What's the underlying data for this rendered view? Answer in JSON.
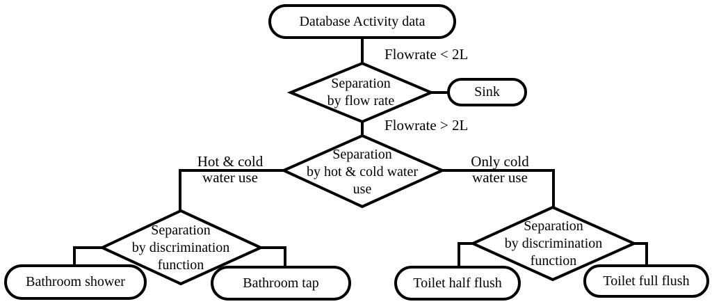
{
  "diagram": {
    "type": "flowchart",
    "colors": {
      "stroke": "#000000",
      "background": "#ffffff",
      "text": "#000000"
    },
    "nodes": {
      "database_activity": {
        "shape": "stadium",
        "label": "Database Activity data"
      },
      "flow_rate_decision": {
        "shape": "diamond",
        "label": "Separation\nby flow rate"
      },
      "sink": {
        "shape": "stadium",
        "label": "Sink"
      },
      "hot_cold_decision": {
        "shape": "diamond",
        "label": "Separation\nby hot & cold water\nuse"
      },
      "left_discrimination_decision": {
        "shape": "diamond",
        "label": "Separation\nby discrimination\nfunction"
      },
      "right_discrimination_decision": {
        "shape": "diamond",
        "label": "Separation\nby discrimination\nfunction"
      },
      "bathroom_shower": {
        "shape": "stadium",
        "label": "Bathroom shower"
      },
      "bathroom_tap": {
        "shape": "stadium",
        "label": "Bathroom tap"
      },
      "toilet_half_flush": {
        "shape": "stadium",
        "label": "Toilet half flush"
      },
      "toilet_full_flush": {
        "shape": "stadium",
        "label": "Toilet full flush"
      }
    },
    "edge_labels": {
      "flowrate_less": "Flowrate < 2L",
      "flowrate_greater": "Flowrate > 2L",
      "hot_cold": "Hot & cold\nwater use",
      "only_cold": "Only cold\nwater use"
    },
    "edges": [
      {
        "from": "database_activity",
        "to": "flow_rate_decision"
      },
      {
        "from": "flow_rate_decision",
        "to": "sink",
        "label": "Flowrate < 2L"
      },
      {
        "from": "flow_rate_decision",
        "to": "hot_cold_decision",
        "label": "Flowrate > 2L"
      },
      {
        "from": "hot_cold_decision",
        "to": "left_discrimination_decision",
        "label": "Hot & cold water use"
      },
      {
        "from": "hot_cold_decision",
        "to": "right_discrimination_decision",
        "label": "Only cold water use"
      },
      {
        "from": "left_discrimination_decision",
        "to": "bathroom_shower"
      },
      {
        "from": "left_discrimination_decision",
        "to": "bathroom_tap"
      },
      {
        "from": "right_discrimination_decision",
        "to": "toilet_half_flush"
      },
      {
        "from": "right_discrimination_decision",
        "to": "toilet_full_flush"
      }
    ]
  }
}
